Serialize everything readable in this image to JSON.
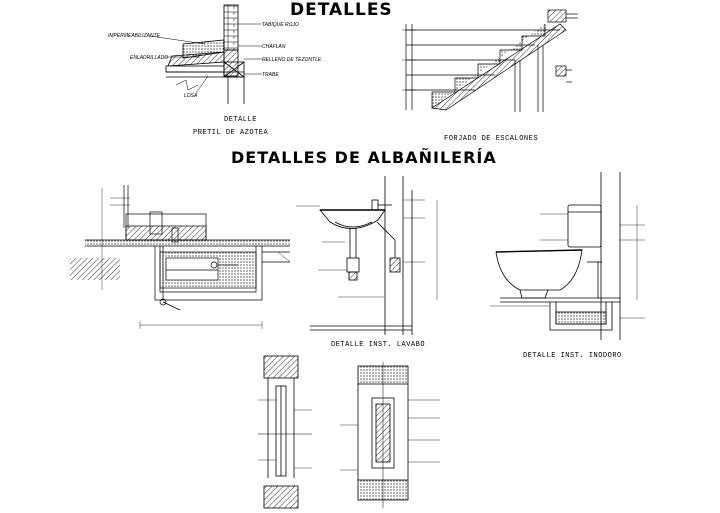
{
  "main_title": "DETALLES",
  "sub_title": "DETALLES DE ALBAÑILERÍA",
  "captions": {
    "azotea_line1": "DETALLE",
    "azotea_line2": "PRETIL DE AZOTEA",
    "escalones": "FORJADO DE ESCALONES",
    "lavabo": "DETALLE INST. LAVABO",
    "inodoro": "DETALLE INST. INODORO"
  },
  "azotea_notes": {
    "tabique": "TABIQUE ROJO",
    "impermeabilizante": "IMPERMEABILIZANTE",
    "chaflan": "CHAFLAN",
    "enladrillado": "ENLADRILLADO",
    "relleno": "RELLENO DE TEZONTLE",
    "trabe": "TRABE",
    "losa": "LOSA"
  },
  "colors": {
    "ink": "#000000",
    "paper": "#ffffff"
  }
}
